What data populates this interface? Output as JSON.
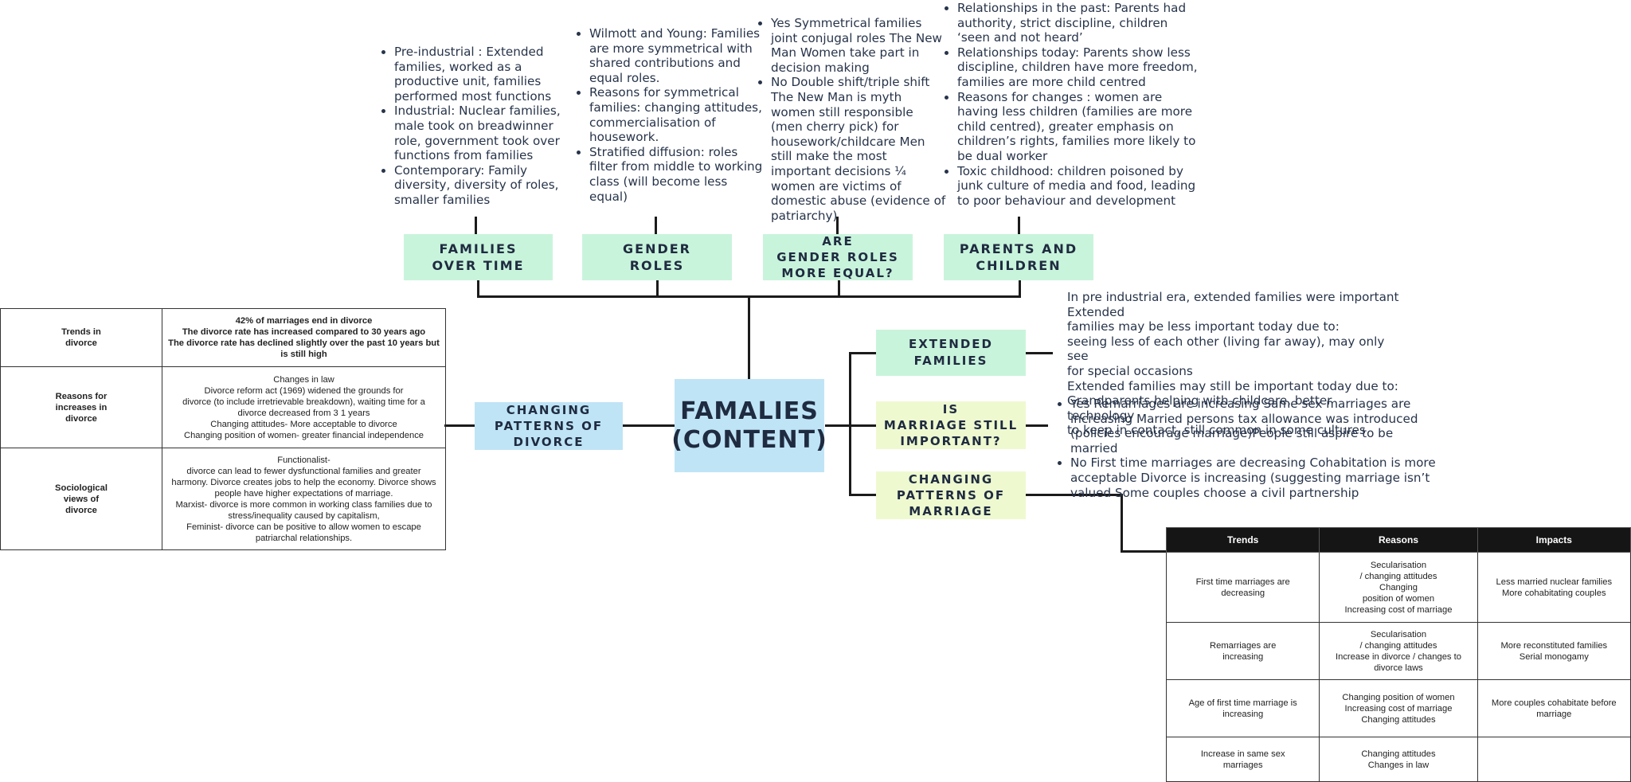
{
  "center": {
    "label": "FAMALIES\n(CONTENT)"
  },
  "nodes": {
    "families_over_time": "FAMILIES\nOVER TIME",
    "gender_roles": "GENDER\nROLES",
    "gender_roles_equal": "ARE\nGENDER ROLES\nMORE EQUAL?",
    "parents_children": "PARENTS AND\nCHILDREN",
    "changing_divorce": "CHANGING\nPATTERNS OF\nDIVORCE",
    "extended_families": "EXTENDED\nFAMILIES",
    "marriage_important": "IS\nMARRIAGE STILL\nIMPORTANT?",
    "changing_marriage": "CHANGING\nPATTERNS OF\nMARRIAGE"
  },
  "notes": {
    "families_over_time": [
      "Pre-industrial : Extended families, worked as a productive unit, families performed most functions",
      "Industrial: Nuclear families, male took on breadwinner role, government took over functions from families",
      "Contemporary: Family diversity, diversity of roles, smaller families"
    ],
    "gender_roles": [
      "Wilmott and Young: Families are more symmetrical with shared contributions and equal roles.",
      "Reasons for symmetrical families: changing attitudes, commercialisation of housework.",
      "Stratified diffusion: roles filter from middle to working class (will become less equal)"
    ],
    "gender_roles_equal": [
      "Yes Symmetrical families joint conjugal roles The New Man Women take part in decision making",
      "No Double shift/triple shift The New Man is myth women still responsible (men cherry pick) for housework/childcare Men still make the most important decisions ¼ women are victims of domestic abuse (evidence of patriarchy)"
    ],
    "parents_children": [
      "Relationships in the past: Parents had authority, strict discipline, children ‘seen and not heard’",
      "Relationships today: Parents show less discipline, children have more freedom, families are more child centred",
      "Reasons for changes : women are having less children (families are more child centred), greater emphasis on children’s rights, families more likely to be dual worker",
      "Toxic childhood: children poisoned by junk culture of media and food, leading to poor behaviour and development"
    ],
    "extended_families": [
      "In pre industrial era, extended families were important Extended",
      "families may be less important today due to:",
      "seeing less of each other (living far away), may only see",
      "for special occasions",
      "Extended families may still be important today due to:",
      "Grandparents helping with childcare, better technology",
      "to keep in contact, still common in some cultures"
    ],
    "marriage_important": [
      "Yes Remarriages are increasing Same sex marriages are increasing Married persons tax allowance was introduced (policies encourage marriage)People still aspire to be married",
      "No First time marriages are decreasing Cohabitation is more acceptable Divorce is increasing (suggesting marriage isn’t valued Some couples choose a civil partnership"
    ]
  },
  "divorce_table": {
    "rows": [
      {
        "key": "Trends in\ndivorce",
        "value": "42% of marriages end in divorce\nThe divorce rate has increased compared to 30 years ago\nThe divorce rate has declined slightly over the past 10 years but\nis still high"
      },
      {
        "key": "Reasons for\nincreases in\ndivorce",
        "value": "Changes in law\nDivorce reform act (1969) widened the grounds for\ndivorce (to include irretrievable breakdown), waiting time for a\ndivorce decreased from 3 1 years\nChanging attitudes- More acceptable to divorce\nChanging position of women- greater financial independence"
      },
      {
        "key": "Sociological\nviews of\ndivorce",
        "value": "Functionalist-\ndivorce can lead to fewer dysfunctional families and greater\nharmony. Divorce creates jobs to help the economy. Divorce shows\npeople have higher expectations of marriage.\nMarxist-  divorce is more common in working class families due to\nstress/inequality caused by capitalism,\nFeminist- divorce can be positive to allow women to escape\npatriarchal relationships."
      }
    ]
  },
  "marriage_table": {
    "headers": [
      "Trends",
      "Reasons",
      "Impacts"
    ],
    "rows": [
      [
        "First time marriages are\ndecreasing",
        "Secularisation\n/ changing attitudes\nChanging\nposition of women\nIncreasing cost of marriage",
        "Less married nuclear families\nMore cohabitating couples"
      ],
      [
        "Remarriages are\nincreasing",
        "Secularisation\n/ changing attitudes\nIncrease in divorce / changes to\ndivorce laws",
        "More reconstituted families\nSerial monogamy"
      ],
      [
        "Age of first time marriage is\nincreasing",
        "Changing position of women\nIncreasing cost of marriage\nChanging attitudes",
        "More couples cohabitate before\nmarriage"
      ],
      [
        "Increase in same sex\nmarriages",
        "Changing attitudes\nChanges in law",
        ""
      ]
    ]
  }
}
